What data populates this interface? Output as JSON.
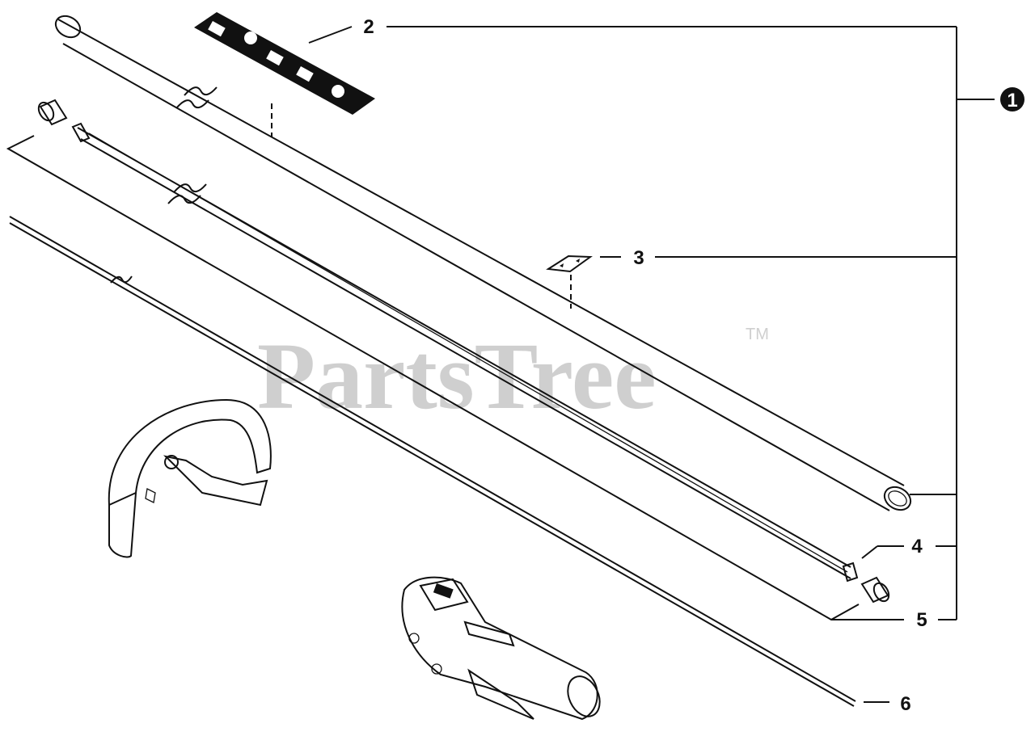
{
  "watermark": {
    "text": "PartsTree",
    "trademark": "TM"
  },
  "callouts": [
    {
      "id": "1",
      "style": "filled-circle"
    },
    {
      "id": "2"
    },
    {
      "id": "3"
    },
    {
      "id": "4"
    },
    {
      "id": "5"
    },
    {
      "id": "6"
    }
  ],
  "colors": {
    "line": "#111111",
    "watermark": "#cfcfcf",
    "background": "#ffffff"
  }
}
